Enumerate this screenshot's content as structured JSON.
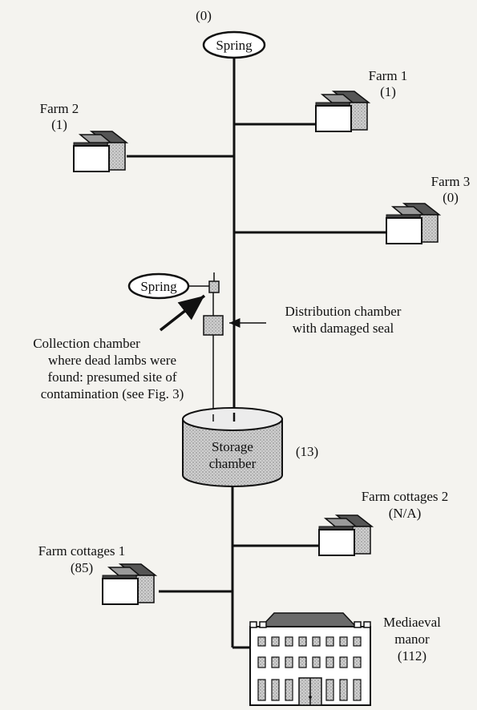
{
  "diagram": {
    "top_count": "(0)",
    "spring_main": "Spring",
    "spring_side": "Spring",
    "farm1": {
      "name": "Farm 1",
      "count": "(1)"
    },
    "farm2": {
      "name": "Farm 2",
      "count": "(1)"
    },
    "farm3": {
      "name": "Farm 3",
      "count": "(0)"
    },
    "distribution": {
      "line1": "Distribution chamber",
      "line2": "with damaged seal"
    },
    "collection": {
      "line1": "Collection chamber",
      "line2": "where dead lambs were",
      "line3": "found: presumed site of",
      "line4": "contamination (see Fig. 3)"
    },
    "storage": {
      "line1": "Storage",
      "line2": "chamber",
      "count": "(13)"
    },
    "cottages2": {
      "name": "Farm cottages 2",
      "count": "(N/A)"
    },
    "cottages1": {
      "name": "Farm cottages 1",
      "count": "(85)"
    },
    "manor": {
      "line1": "Mediaeval",
      "line2": "manor",
      "count": "(112)"
    }
  },
  "colors": {
    "background": "#f4f3ef",
    "line": "#111111",
    "house_side": "#8a8a8a",
    "house_roof": "#555555",
    "tank_fill": "#c8c8c8"
  },
  "icons": [
    "house-icon",
    "storage-tank-icon",
    "manor-house-icon",
    "chamber-box-icon"
  ]
}
